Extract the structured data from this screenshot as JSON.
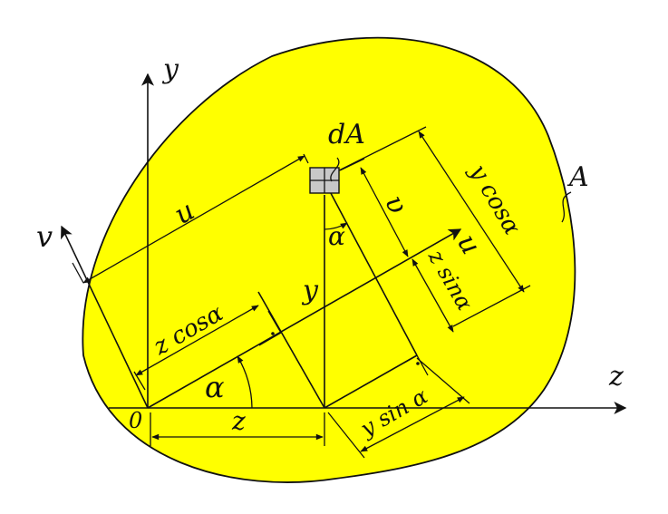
{
  "colors": {
    "region_fill": "#ffff00",
    "region_stroke": "#111111",
    "element_fill": "#c8c8c8",
    "line": "#111111"
  },
  "labels": {
    "axis_y": "y",
    "axis_z": "z",
    "axis_u": "u",
    "axis_v": "v",
    "origin": "0",
    "area": "A",
    "element": "dA",
    "dim_u": "u",
    "dim_v": "υ",
    "dim_y": "y",
    "dim_z": "z",
    "dim_ycos": "y cosα",
    "dim_zsin": "z sinα",
    "dim_zcos": "z cosα",
    "dim_ysin": "y sin α",
    "angle_base": "α",
    "angle_top": "α"
  }
}
